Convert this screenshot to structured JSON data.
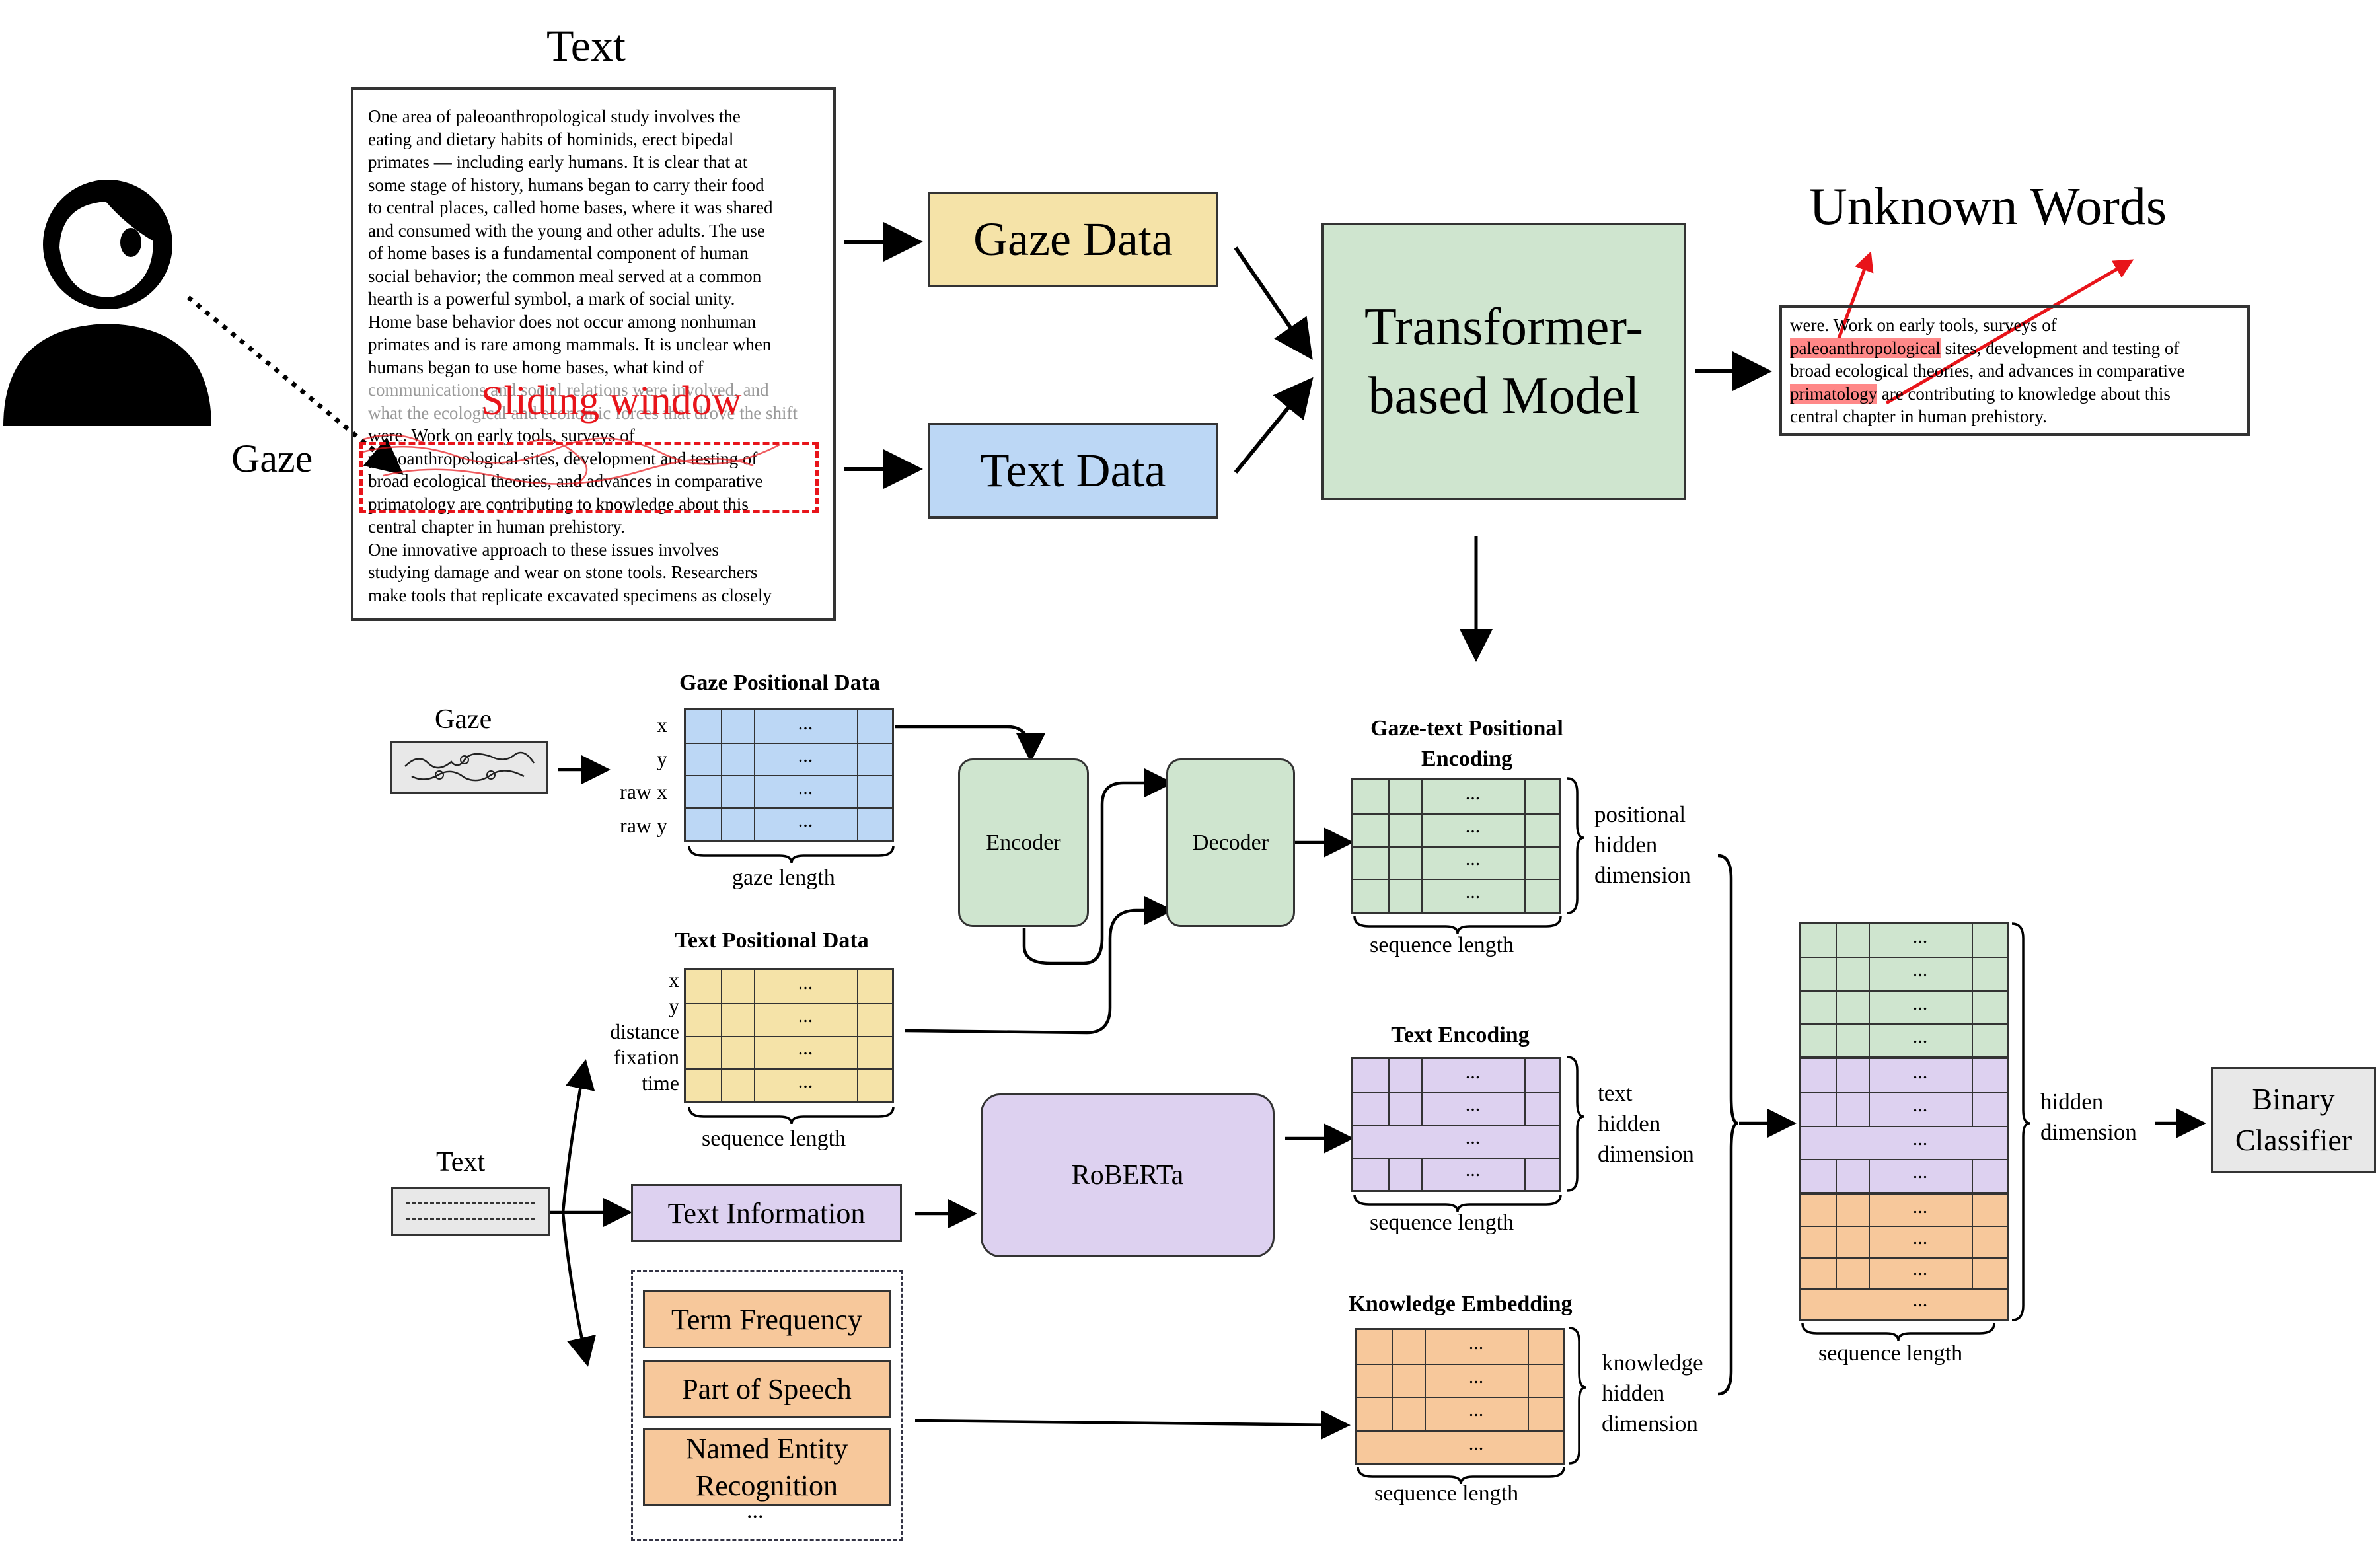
{
  "person": {
    "gaze_label": "Gaze"
  },
  "passage": {
    "title": "Text",
    "lines": [
      "One area of paleoanthropological study involves the",
      "eating and dietary habits of hominids, erect bipedal",
      "primates — including early humans. It is clear that at",
      "some stage of history, humans began to carry their food",
      "to central places, called home bases, where it was shared",
      "and consumed with the young and other adults. The use",
      "of home bases is a fundamental component of human",
      "social behavior; the common meal served at a common",
      "hearth is a powerful symbol, a mark of social unity.",
      "Home base behavior does not occur among nonhuman",
      "primates and is rare among mammals. It is unclear when",
      "humans began to use home bases, what kind of",
      "communications and social relations were involved, and",
      "what the ecological and economic forces that drove the shift",
      "were. Work on early tools, surveys of",
      "paleoanthropological sites, development and testing of",
      "broad ecological theories, and advances in comparative",
      "primatology are contributing to knowledge about this",
      "central chapter in human prehistory.",
      "One innovative approach to these issues involves",
      "studying damage and wear on stone tools. Researchers",
      "make tools that replicate excavated specimens as closely"
    ],
    "sliding_window_label": "Sliding window"
  },
  "top": {
    "gaze_data": "Gaze Data",
    "text_data": "Text Data",
    "model_line1": "Transformer-",
    "model_line2": "based Model",
    "unknown_words": "Unknown Words"
  },
  "result": {
    "l1a": "were. Work on early tools, surveys of",
    "l2_hl": "paleoanthropological",
    "l2_rest": " sites, development and testing of",
    "l3": "broad ecological theories, and advances in comparative",
    "l4_hl": "primatology",
    "l4_rest": " are contributing to knowledge about this",
    "l5": "central chapter in human prehistory."
  },
  "bottom": {
    "gaze_label": "Gaze",
    "text_label": "Text",
    "gaze_pos_title": "Gaze Positional Data",
    "gaze_rows": [
      "x",
      "y",
      "raw x",
      "raw y"
    ],
    "gaze_length": "gaze length",
    "text_pos_title": "Text Positional Data",
    "text_rows": [
      "x",
      "y",
      "distance",
      "fixation",
      "time"
    ],
    "sequence_length": "sequence length",
    "encoder": "Encoder",
    "decoder": "Decoder",
    "gt_title_1": "Gaze-text Positional",
    "gt_title_2": "Encoding",
    "positional_hidden": [
      "positional",
      "hidden",
      "dimension"
    ],
    "text_info": "Text Information",
    "roberta": "RoBERTa",
    "text_enc_title": "Text Encoding",
    "text_hidden": [
      "text",
      "hidden",
      "dimension"
    ],
    "term_freq": "Term Frequency",
    "pos": "Part of Speech",
    "ner_1": "Named Entity",
    "ner_2": "Recognition",
    "ellipsis": "...",
    "know_title": "Knowledge Embedding",
    "know_hidden": [
      "knowledge",
      "hidden",
      "dimension"
    ],
    "hidden_dim": [
      "hidden",
      "dimension"
    ],
    "classifier_1": "Binary",
    "classifier_2": "Classifier",
    "cell_dots": "..."
  },
  "colors": {
    "gaze_data": "#f5e3a8",
    "text_data": "#bcd7f5",
    "model": "#cfe5cf",
    "blue_grid": "#bcd7f5",
    "yellow_grid": "#f5e3a8",
    "green_grid": "#cfe5cf",
    "purple": "#ddd1f0",
    "orange": "#f7c89b",
    "red": "#e8141a",
    "gray_box": "#e8e8e8"
  }
}
